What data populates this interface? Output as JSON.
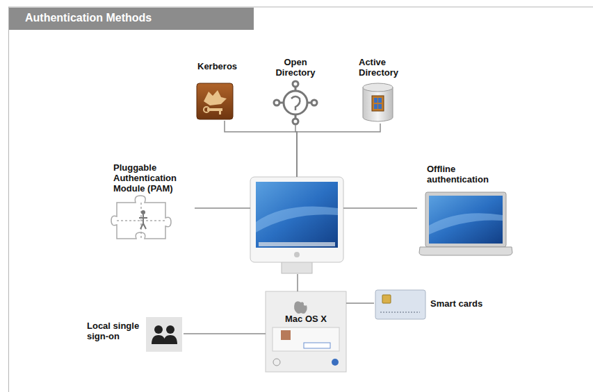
{
  "diagram": {
    "title": "Authentication Methods",
    "nodes": [
      {
        "text": [
          "Kerberos"
        ]
      },
      {
        "text": [
          "Open Directory"
        ]
      },
      {
        "text": [
          "Active Directory"
        ]
      },
      {
        "text": [
          "Pluggable Authentication Module (PAM)"
        ]
      },
      {
        "text": []
      },
      {
        "text": [
          "Offline authentication"
        ]
      },
      {
        "text": [
          "Mac OS X"
        ]
      },
      {
        "text": [
          "Smart cards"
        ]
      },
      {
        "text": [
          "Local single sign-on"
        ]
      }
    ],
    "edges": [
      {
        "from": 0,
        "to": 4,
        "arrow": "none"
      },
      {
        "from": 1,
        "to": 4,
        "arrow": "none"
      },
      {
        "from": 2,
        "to": 4,
        "arrow": "none"
      },
      {
        "from": 3,
        "to": 4,
        "arrow": "none"
      },
      {
        "from": 4,
        "to": 5,
        "arrow": "none"
      },
      {
        "from": 4,
        "to": 6,
        "arrow": "none"
      },
      {
        "from": 6,
        "to": 7,
        "arrow": "none"
      },
      {
        "from": 6,
        "to": 8,
        "arrow": "none"
      }
    ]
  }
}
